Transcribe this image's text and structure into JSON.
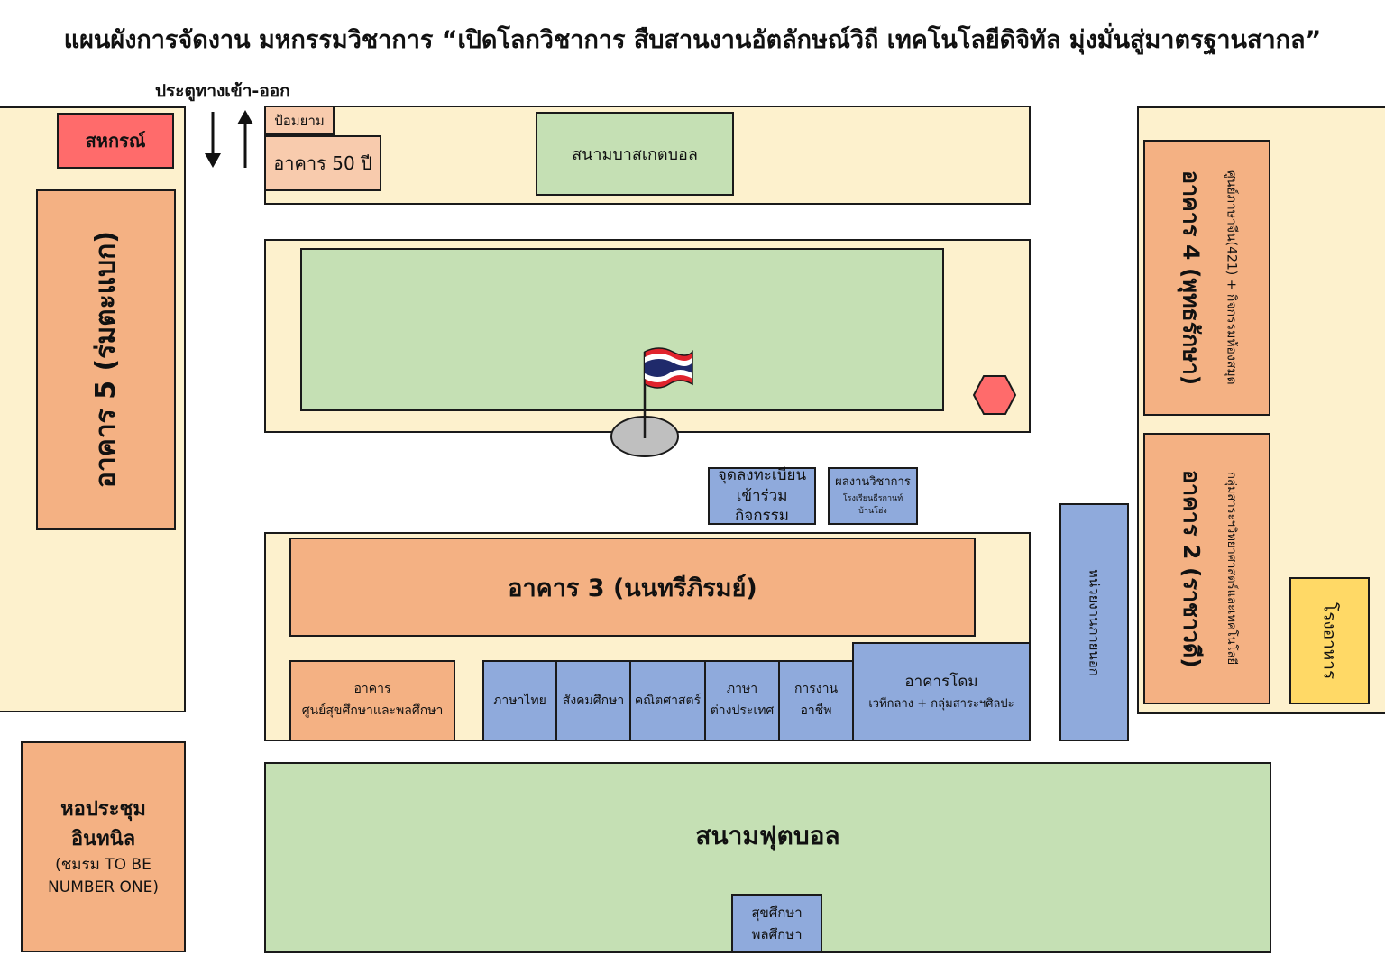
{
  "title": "แผนผังการจัดงาน มหกรรมวิชาการ “เปิดโลกวิชาการ สืบสานงานอัตลักษณ์วิถี เทคโนโลยีดิจิทัล มุ่งมั่นสู่มาตรฐานสากล”",
  "gate": {
    "label": "ประตูทางเข้า-ออก"
  },
  "places": {
    "cooperative": "สหกรณ์",
    "guard_post": "ป้อมยาม",
    "building_50": "อาคาร 50 ปี",
    "basketball": "สนามบาสเกตบอล",
    "building_5": "อาคาร 5 (ร่มตะแบก)",
    "building_4": "อาคาร 4 (พุทธรักษา)",
    "building_4_sub": "ศูนย์ภาษาจีน(421) + กิจกรรมห้องสมุด",
    "building_2": "อาคาร 2 (ราชาวดี)",
    "building_2_sub": "กลุ่มสาระฯวิทยาศาสตร์และเทคโนโลยี",
    "canteen": "โรงอาหาร",
    "registration_1": "จุดลงทะเบียน",
    "registration_2": "เข้าร่วมกิจกรรม",
    "academic_1": "ผลงานวิชาการ",
    "academic_2": "โรงเรียนธีรกานท์บ้านโฮ่ง",
    "building_3": "อาคาร 3 (นนทรีภิรมย์)",
    "health_center_1": "อาคาร",
    "health_center_2": "ศูนย์สุขศึกษาและพลศึกษา",
    "thai": "ภาษาไทย",
    "social": "สังคมศึกษา",
    "math": "คณิตศาสตร์",
    "foreign_1": "ภาษา",
    "foreign_2": "ต่างประเทศ",
    "career_1": "การงาน",
    "career_2": "อาชีพ",
    "dome_1": "อาคารโดม",
    "dome_2": "เวทีกลาง + กลุ่มสาระฯศิลปะ",
    "external_unit": "หน่วยงานภายนอก",
    "hall_1": "หอประชุม",
    "hall_2": "อินทนิล",
    "hall_3": "(ชมรม TO BE",
    "hall_4": "NUMBER ONE)",
    "football": "สนามฟุตบอล",
    "pe_1": "สุขศึกษา",
    "pe_2": "พลศึกษา"
  },
  "colors": {
    "zone": "#fdf1cd",
    "field": "#c5e0b4",
    "building": "#f4b183",
    "building_light": "#f8cbad",
    "exhibit": "#8faadc",
    "cooperative": "#ff6b6b",
    "canteen": "#ffd966",
    "flag_red": "#e0242d",
    "flag_blue": "#1f2a6b"
  },
  "icons": {
    "gate_arrows": "up-down-arrows",
    "flag": "thai-flag-icon",
    "marker": "red-hexagon-icon"
  }
}
